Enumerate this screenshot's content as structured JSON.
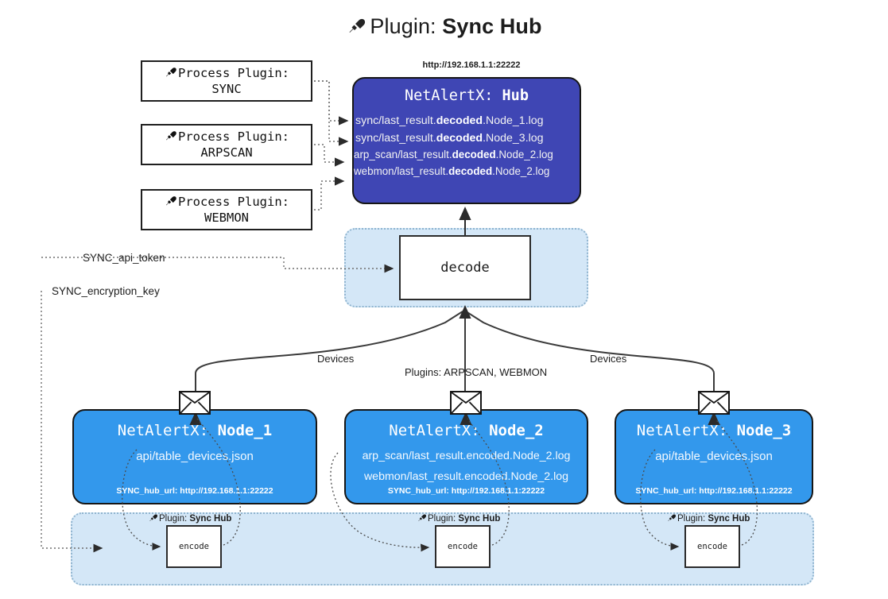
{
  "title": {
    "icon": "plug-icon",
    "prefix": "Plugin: ",
    "name": "Sync Hub"
  },
  "process_plugins": [
    {
      "icon": "plug-icon",
      "line1": "Process Plugin:",
      "line2": "SYNC"
    },
    {
      "icon": "plug-icon",
      "line1": "Process Plugin:",
      "line2": "ARPSCAN"
    },
    {
      "icon": "plug-icon",
      "line1": "Process Plugin:",
      "line2": "WEBMON"
    }
  ],
  "hub": {
    "url": "http://192.168.1.1:22222",
    "title_prefix": "NetAlertX: ",
    "title_name": "Hub",
    "color": "#3f46b4",
    "lines": [
      {
        "pre": "sync/last_result.",
        "bold": "decoded",
        "post": ".Node_1.log"
      },
      {
        "pre": "sync/last_result.",
        "bold": "decoded",
        "post": ".Node_3.log"
      },
      {
        "pre": "arp_scan/last_result.",
        "bold": "decoded",
        "post": ".Node_2.log"
      },
      {
        "pre": "webmon/last_result.",
        "bold": "decoded",
        "post": ".Node_2.log"
      }
    ]
  },
  "decode": {
    "label": "decode",
    "band_color": "#d4e7f7"
  },
  "wire_labels": {
    "api_token": "SYNC_api_token",
    "encryption_key": "SYNC_encryption_key",
    "devices_left": "Devices",
    "devices_right": "Devices",
    "plugins": "Plugins: ARPSCAN, WEBMON"
  },
  "nodes": [
    {
      "title_prefix": "NetAlertX: ",
      "title_name": "Node_1",
      "color": "#3398ec",
      "lines": [
        "api/table_devices.json"
      ],
      "hub_url": "SYNC_hub_url: http://192.168.1.1:22222"
    },
    {
      "title_prefix": "NetAlertX: ",
      "title_name": "Node_2",
      "color": "#3398ec",
      "lines": [
        "arp_scan/last_result.encoded.Node_2.log",
        "webmon/last_result.encoded.Node_2.log"
      ],
      "hub_url": "SYNC_hub_url: http://192.168.1.1:22222"
    },
    {
      "title_prefix": "NetAlertX: ",
      "title_name": "Node_3",
      "color": "#3398ec",
      "lines": [
        "api/table_devices.json"
      ],
      "hub_url": "SYNC_hub_url: http://192.168.1.1:22222"
    }
  ],
  "encode": {
    "label": "encode",
    "caption_icon": "plug-icon",
    "caption_prefix": "Plugin: ",
    "caption_name": "Sync Hub",
    "band_color": "#d4e7f7"
  },
  "icons": {
    "plug": "plug-icon",
    "envelope": "envelope-icon"
  }
}
